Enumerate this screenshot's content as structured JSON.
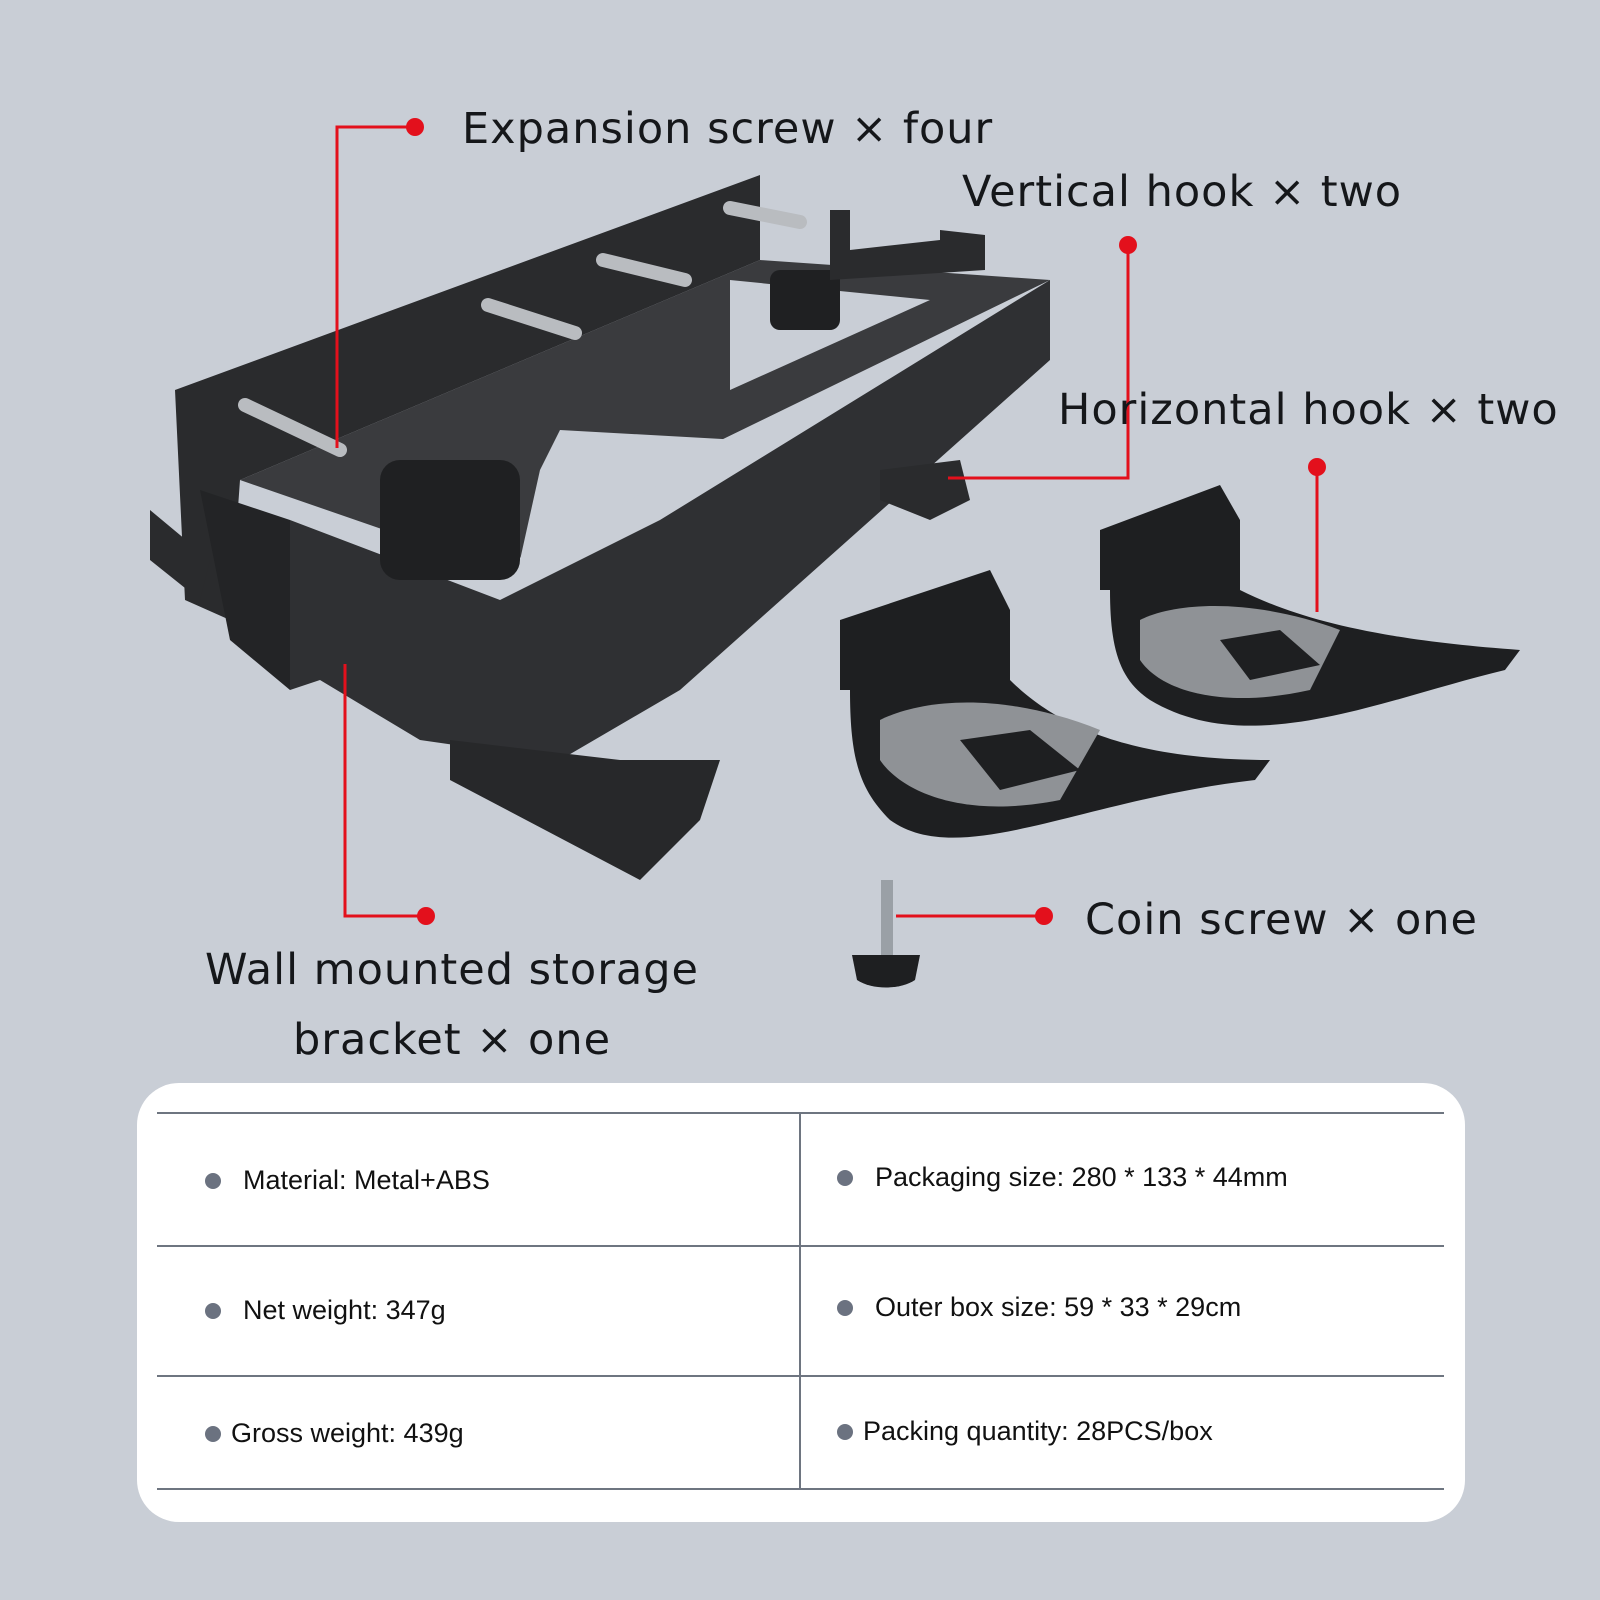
{
  "callouts": {
    "expansion_screw": "Expansion screw × four",
    "vertical_hook": "Vertical hook × two",
    "horizontal_hook": "Horizontal hook × two",
    "bracket_line1": "Wall mounted storage",
    "bracket_line2": "bracket × one",
    "coin_screw": "Coin screw × one"
  },
  "specs": [
    {
      "text": "Material: Metal+ABS"
    },
    {
      "text": "Packaging size: 280 * 133 * 44mm"
    },
    {
      "text": "Net weight: 347g"
    },
    {
      "text": "Outer box size: 59 * 33 * 29cm"
    },
    {
      "text": "Gross weight: 439g"
    },
    {
      "text": "Packing quantity: 28PCS/box"
    }
  ],
  "colors": {
    "background": "#c9ced6",
    "callout": "#e3101c",
    "product": "#2b2c2e"
  }
}
